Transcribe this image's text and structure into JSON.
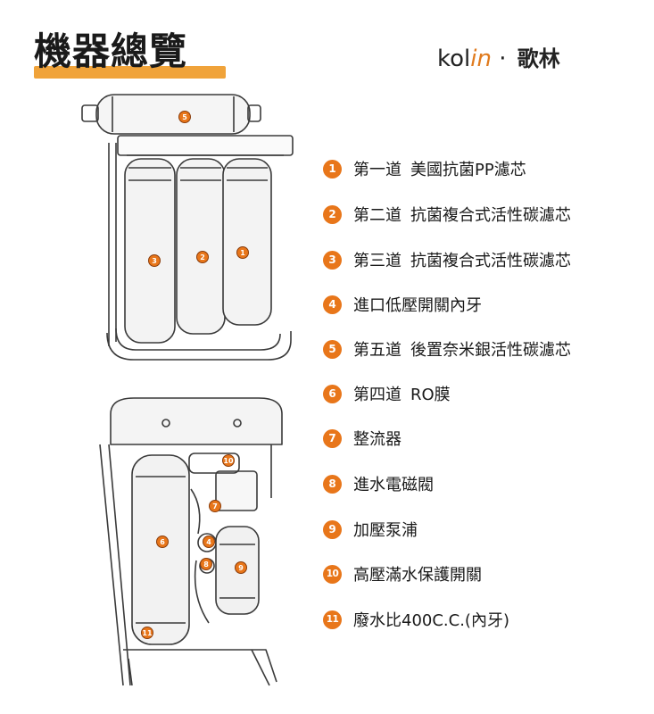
{
  "page": {
    "title": "機器總覽"
  },
  "brand": {
    "latin_prefix": "kol",
    "latin_accent": "in",
    "separator": "·",
    "chinese": "歌林"
  },
  "colors": {
    "accent": "#e8761a",
    "title_underline": "#f0a33a",
    "sketch": "#3a3a3a"
  },
  "legend": [
    {
      "num": "1",
      "name": "第一道",
      "desc": "美國抗菌PP濾芯"
    },
    {
      "num": "2",
      "name": "第二道",
      "desc": "抗菌複合式活性碳濾芯"
    },
    {
      "num": "3",
      "name": "第三道",
      "desc": "抗菌複合式活性碳濾芯"
    },
    {
      "num": "4",
      "name": "進口低壓開關內牙",
      "desc": ""
    },
    {
      "num": "5",
      "name": "第五道",
      "desc": "後置奈米銀活性碳濾芯"
    },
    {
      "num": "6",
      "name": "第四道",
      "desc": "RO膜"
    },
    {
      "num": "7",
      "name": "整流器",
      "desc": ""
    },
    {
      "num": "8",
      "name": "進水電磁閥",
      "desc": ""
    },
    {
      "num": "9",
      "name": "加壓泵浦",
      "desc": ""
    },
    {
      "num": "10",
      "name": "高壓滿水保護開關",
      "desc": ""
    },
    {
      "num": "11",
      "name": "廢水比400C.C.(內牙)",
      "desc": ""
    }
  ],
  "callouts_top": [
    "5",
    "3",
    "2",
    "1"
  ],
  "callouts_bottom": [
    "10",
    "7",
    "6",
    "4",
    "8",
    "9",
    "11"
  ]
}
